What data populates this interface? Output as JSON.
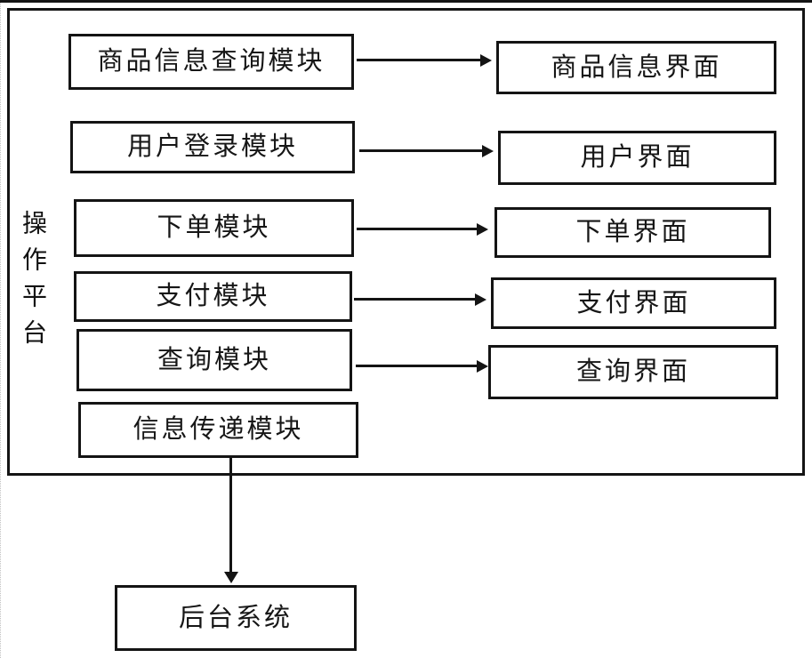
{
  "figure": {
    "platform": {
      "label": "操作平台"
    },
    "modules": [
      {
        "id": "product-info-query",
        "label": "商品信息查询模块"
      },
      {
        "id": "user-login",
        "label": "用户登录模块"
      },
      {
        "id": "order",
        "label": "下单模块"
      },
      {
        "id": "payment",
        "label": "支付模块"
      },
      {
        "id": "query",
        "label": "查询模块"
      },
      {
        "id": "info-transfer",
        "label": "信息传递模块"
      }
    ],
    "interfaces": [
      {
        "id": "product-info",
        "label": "商品信息界面"
      },
      {
        "id": "user",
        "label": "用户界面"
      },
      {
        "id": "order",
        "label": "下单界面"
      },
      {
        "id": "payment",
        "label": "支付界面"
      },
      {
        "id": "query",
        "label": "查询界面"
      }
    ],
    "backend": {
      "label": "后台系统"
    },
    "connections": [
      {
        "from": "商品信息查询模块",
        "to": "商品信息界面",
        "direction": "right"
      },
      {
        "from": "用户登录模块",
        "to": "用户界面",
        "direction": "right"
      },
      {
        "from": "下单模块",
        "to": "下单界面",
        "direction": "right"
      },
      {
        "from": "支付模块",
        "to": "支付界面",
        "direction": "right"
      },
      {
        "from": "查询模块",
        "to": "查询界面",
        "direction": "right"
      },
      {
        "from": "信息传递模块",
        "to": "后台系统",
        "direction": "down"
      }
    ],
    "colors": {
      "line": "#141414",
      "background": "#ffffff"
    }
  }
}
